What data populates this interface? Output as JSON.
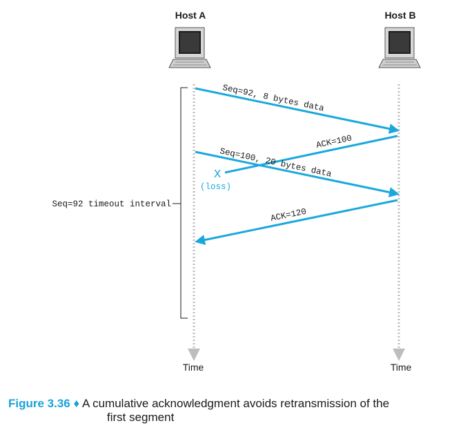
{
  "hosts": {
    "a": "Host A",
    "b": "Host B"
  },
  "messages": {
    "seg1": "Seq=92, 8 bytes data",
    "ack100": "ACK=100",
    "seg2": "Seq=100, 20 bytes data",
    "ack120": "ACK=120"
  },
  "loss": {
    "mark": "X",
    "label": "(loss)"
  },
  "timeout_label": "Seq=92 timeout interval",
  "time_labels": {
    "a": "Time",
    "b": "Time"
  },
  "caption": {
    "figure": "Figure 3.36",
    "separator": "♦",
    "text_line1": "A cumulative acknowledgment avoids retransmission of the",
    "text_line2": "first segment"
  },
  "colors": {
    "arrow": "#1aa8dc",
    "timeline": "#bdbdbd",
    "text": "#1a1a1a"
  }
}
